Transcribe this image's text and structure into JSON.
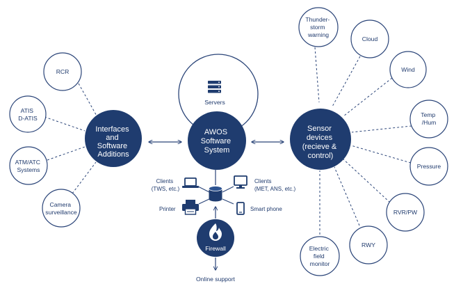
{
  "colors": {
    "navy": "#1f3c6f",
    "outline": "#2a4478",
    "white": "#ffffff"
  },
  "hubs": {
    "interfaces": {
      "lines": [
        "Interfaces",
        "and",
        "Software",
        "Additions"
      ]
    },
    "awos": {
      "lines": [
        "AWOS",
        "Software",
        "System"
      ]
    },
    "sensors": {
      "lines": [
        "Sensor",
        "devices",
        "(recieve &",
        "control)"
      ]
    }
  },
  "servers": {
    "label": "Servers",
    "icon": "server-rack-icon"
  },
  "interfaces_items": [
    {
      "id": "rcr",
      "lines": [
        "RCR"
      ]
    },
    {
      "id": "atis",
      "lines": [
        "ATIS",
        "D-ATIS"
      ]
    },
    {
      "id": "atm",
      "lines": [
        "ATM/ATC",
        "Systems"
      ]
    },
    {
      "id": "camera",
      "lines": [
        "Camera",
        "surveillance"
      ]
    }
  ],
  "sensor_items": [
    {
      "id": "thunderstorm",
      "lines": [
        "Thunder-",
        "storm",
        "warning"
      ]
    },
    {
      "id": "cloud",
      "lines": [
        "Cloud"
      ]
    },
    {
      "id": "wind",
      "lines": [
        "Wind"
      ]
    },
    {
      "id": "temp",
      "lines": [
        "Temp",
        "/Hum"
      ]
    },
    {
      "id": "pressure",
      "lines": [
        "Pressure"
      ]
    },
    {
      "id": "rvr",
      "lines": [
        "RVR/PW"
      ]
    },
    {
      "id": "rwy",
      "lines": [
        "RWY"
      ]
    },
    {
      "id": "electric",
      "lines": [
        "Electric",
        "field",
        "monitor"
      ]
    }
  ],
  "devices": {
    "clients_tws": {
      "lines": [
        "Clients",
        "(TWS, etc.)"
      ],
      "icon": "laptop-icon"
    },
    "clients_met": {
      "lines": [
        "Clients",
        "(MET, ANS, etc.)"
      ],
      "icon": "monitor-icon"
    },
    "printer": {
      "lines": [
        "Printer"
      ],
      "icon": "printer-icon"
    },
    "smartphone": {
      "lines": [
        "Smart phone"
      ],
      "icon": "smartphone-icon"
    },
    "database_icon": "database-icon"
  },
  "firewall": {
    "label": "Firewall",
    "icon": "flame-icon"
  },
  "online_support": {
    "label": "Online support"
  }
}
